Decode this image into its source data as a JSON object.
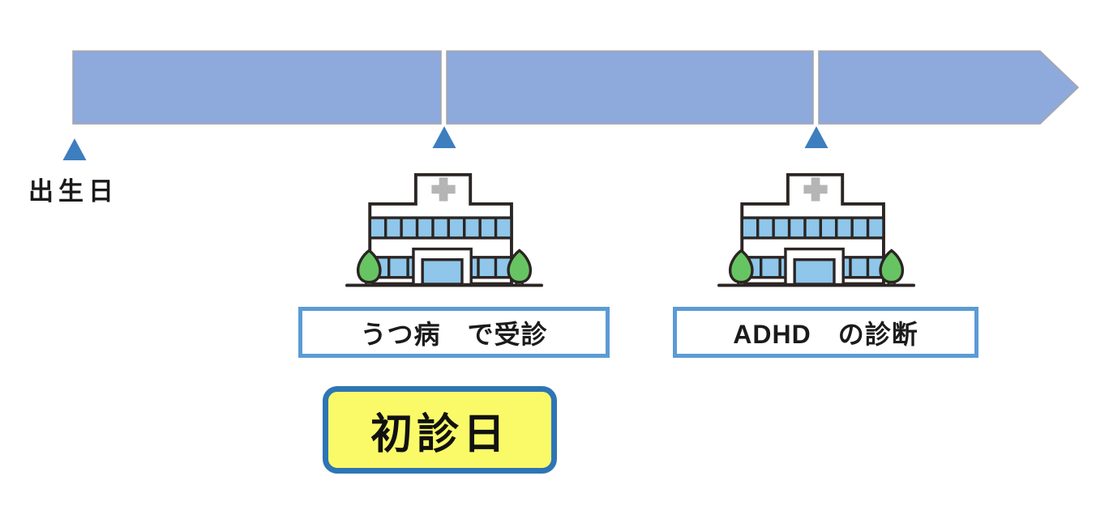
{
  "diagram": {
    "birth_label": "出生日",
    "events": [
      {
        "label": "うつ病　で受診"
      },
      {
        "label": "ADHD　の診断"
      }
    ],
    "highlight_label": "初診日"
  },
  "icons": {
    "marker_glyph": "▲",
    "timeline_arrow": "right-pointing pentagon arrow",
    "hospital": "building with medical cross, windows, entrance and trees"
  },
  "colors": {
    "background": "#FFFFFF",
    "timeline_fill": "#8EA9DC",
    "timeline_border": "#A6A6A6",
    "marker_fill": "#3D7EBF",
    "event_box_border": "#5B9BD5",
    "highlight_fill": "#FAFA69",
    "highlight_border": "#2E75B6",
    "hospital_outline": "#2B2523",
    "hospital_window": "#8FC6EA",
    "hospital_tree": "#67C463",
    "hospital_cross": "#B5B5B5",
    "text": "#1A1A1A"
  }
}
